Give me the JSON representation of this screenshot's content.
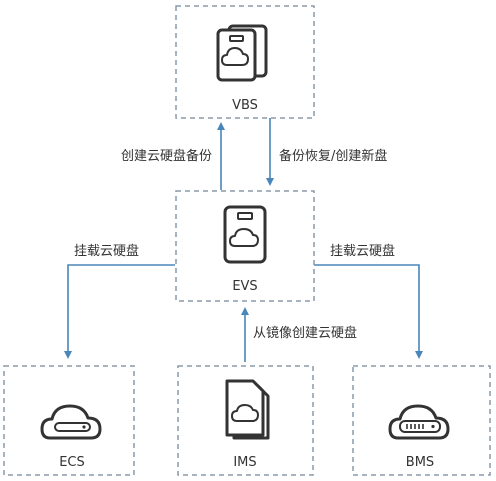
{
  "nodes": {
    "vbs": {
      "label": "VBS"
    },
    "evs": {
      "label": "EVS"
    },
    "ecs": {
      "label": "ECS"
    },
    "ims": {
      "label": "IMS"
    },
    "bms": {
      "label": "BMS"
    }
  },
  "edges": {
    "evs_to_vbs": {
      "label": "创建云硬盘备份"
    },
    "vbs_to_evs": {
      "label": "备份恢复/创建新盘"
    },
    "evs_to_ecs": {
      "label": "挂载云硬盘"
    },
    "evs_to_bms": {
      "label": "挂载云硬盘"
    },
    "ims_to_evs": {
      "label": "从镜像创建云硬盘"
    }
  },
  "colors": {
    "arrow": "#4a86b8",
    "border": "#8a9aa8",
    "icon": "#333333"
  }
}
